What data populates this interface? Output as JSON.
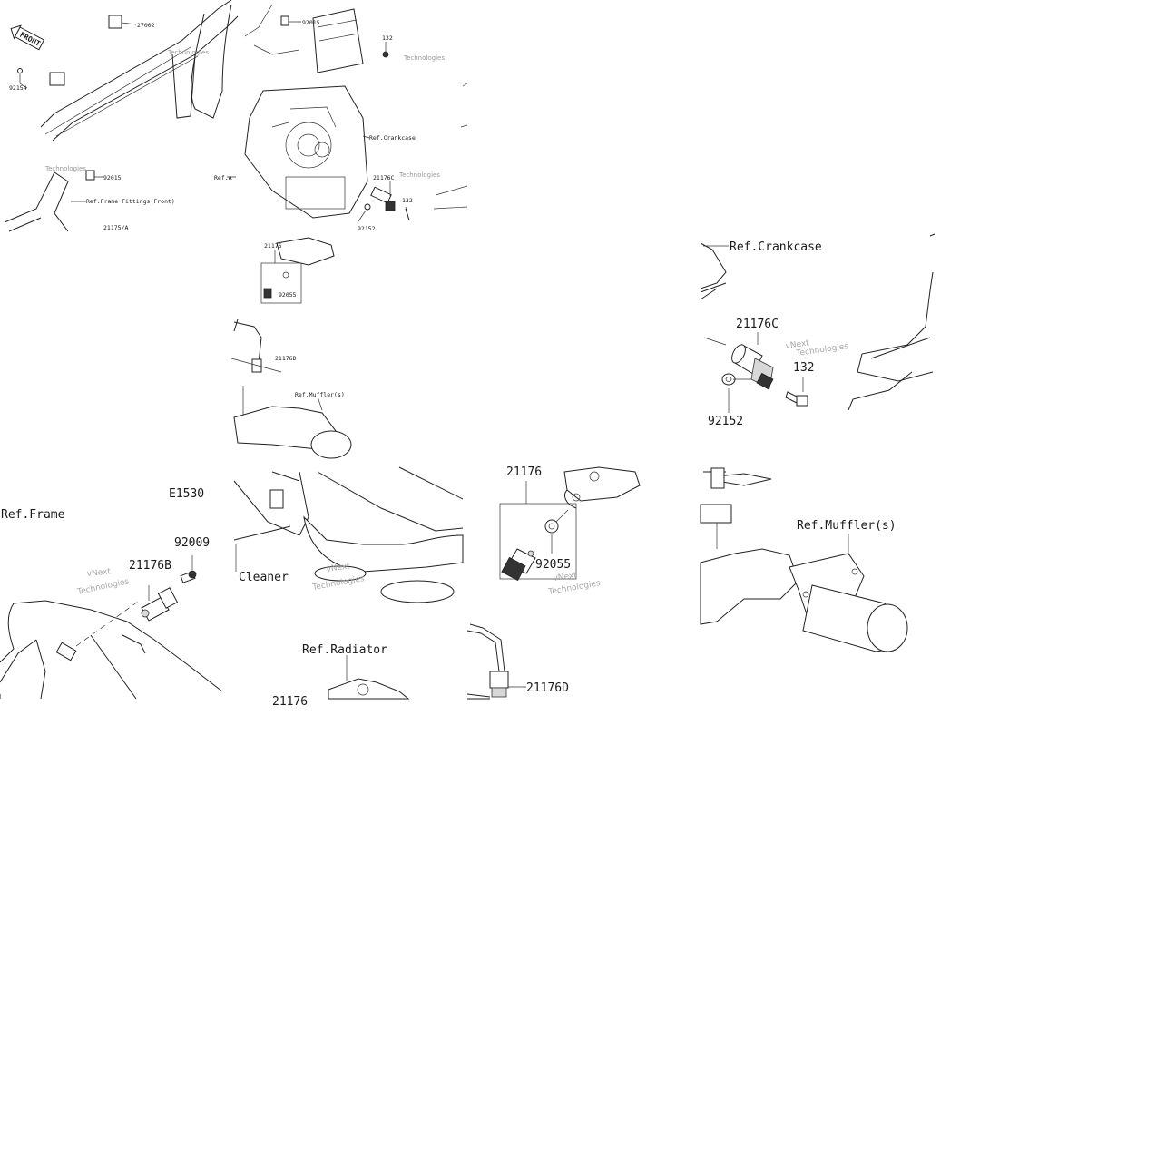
{
  "overview": {
    "front_badge": "FRONT",
    "labels": {
      "p27002": "27002",
      "p92015_top": "92015",
      "p132_top": "132",
      "p92154": "92154",
      "p92015_mid": "92015",
      "ref_frame_fittings": "Ref.Frame Fittings(Front)",
      "p21175a": "21175/A",
      "ref_crankcase": "Ref.Crankcase",
      "ref_a": "Ref.A",
      "p21176c": "21176C",
      "p132_mid": "132",
      "p92152": "92152",
      "p21176": "21176",
      "p92055": "92055",
      "p21176d": "21176D",
      "ref_mufflers": "Ref.Muffler(s)"
    }
  },
  "detail_crankcase": {
    "ref": "Ref.Crankcase",
    "sensor": "21176C",
    "bolt": "132",
    "washer": "92152"
  },
  "detail_frame": {
    "ref": "Ref.Frame",
    "code": "E1530",
    "bolt": "92009",
    "sensor": "21176B"
  },
  "detail_cleaner": {
    "label": "Cleaner"
  },
  "detail_thermo": {
    "sensor": "21176",
    "gasket": "92055"
  },
  "detail_muffler": {
    "ref": "Ref.Muffler(s)"
  },
  "detail_radiator": {
    "ref": "Ref.Radiator",
    "cut_label": "21176"
  },
  "detail_o2": {
    "sensor": "21176D"
  },
  "watermark": {
    "line1": "vNext",
    "line2": "Technologies"
  }
}
